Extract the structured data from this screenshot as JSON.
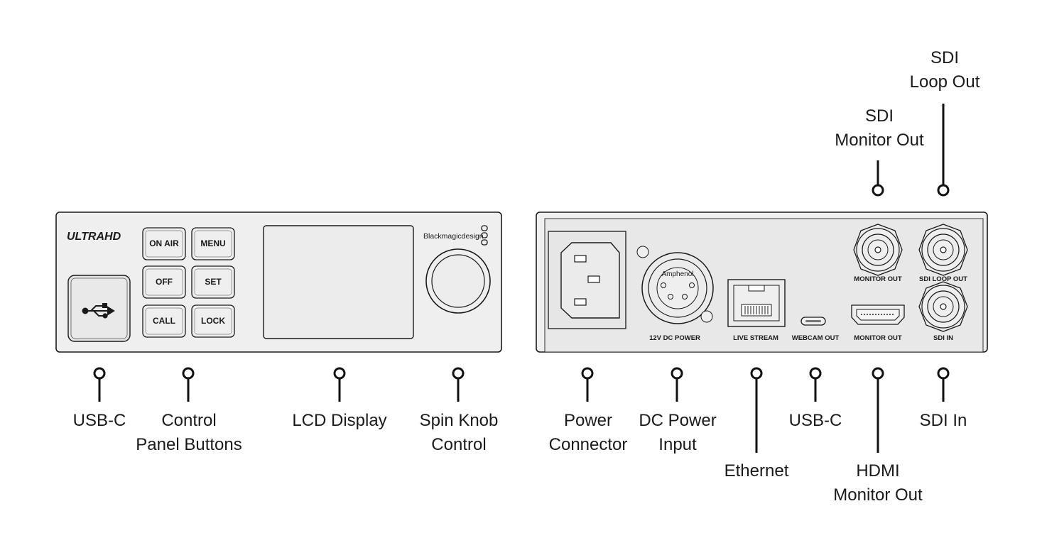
{
  "front_panel": {
    "logo": "ULTRAHD",
    "logo_prefix": "ULTRA",
    "logo_suffix": "HD",
    "brand": "Blackmagicdesign",
    "buttons": [
      "ON AIR",
      "MENU",
      "OFF",
      "SET",
      "CALL",
      "LOCK"
    ]
  },
  "rear_panel": {
    "amphenol": "Amphenol",
    "port_labels": {
      "dc_power": "12V DC POWER",
      "live_stream": "LIVE STREAM",
      "webcam_out": "WEBCAM OUT",
      "hdmi_monitor_out": "MONITOR OUT",
      "sdi_monitor_out": "MONITOR OUT",
      "sdi_loop_out": "SDI LOOP OUT",
      "sdi_in": "SDI IN"
    }
  },
  "callouts": {
    "usb_c_front": [
      "USB-C"
    ],
    "control_panel_buttons": [
      "Control",
      "Panel Buttons"
    ],
    "lcd_display": [
      "LCD Display"
    ],
    "spin_knob": [
      "Spin Knob",
      "Control"
    ],
    "power_connector": [
      "Power",
      "Connector"
    ],
    "dc_power_input": [
      "DC Power",
      "Input"
    ],
    "ethernet": [
      "Ethernet"
    ],
    "usb_c_rear": [
      "USB-C"
    ],
    "hdmi_monitor_out": [
      "HDMI",
      "Monitor Out"
    ],
    "sdi_in": [
      "SDI In"
    ],
    "sdi_monitor_out": [
      "SDI",
      "Monitor Out"
    ],
    "sdi_loop_out": [
      "SDI",
      "Loop Out"
    ]
  },
  "icons": [
    "usb-icon",
    "blackmagic-logo-icon"
  ],
  "colors": {
    "panel_fill": "#efefef",
    "panel_stroke": "#1a1a1a",
    "line": "#111111",
    "text": "#1a1a1a"
  }
}
